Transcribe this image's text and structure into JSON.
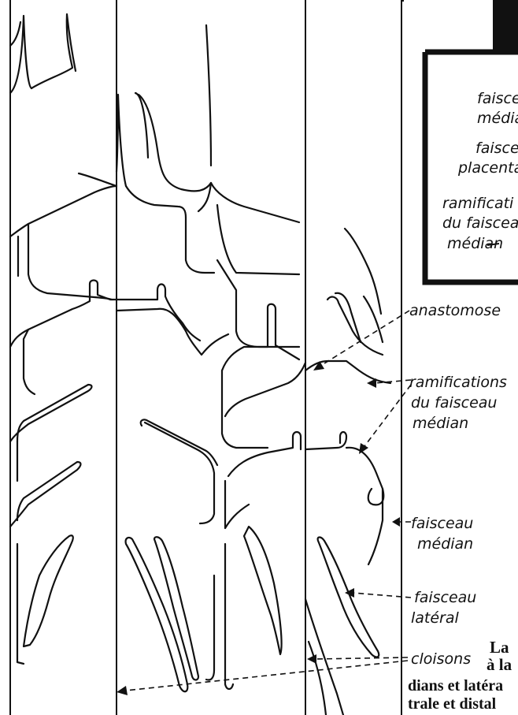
{
  "inset": {
    "labels": [
      "faisce",
      "média",
      "faisce",
      "placenta",
      "ramificati",
      "du faiscea",
      "médian"
    ]
  },
  "labels": {
    "anastomose": "anastomose",
    "ramifications": [
      "ramifications",
      "du faisceau",
      "médian"
    ],
    "faisceau_median": [
      "faisceau",
      "médian"
    ],
    "faisceau_lateral": [
      "faisceau",
      "latéral"
    ],
    "cloisons": "cloisons"
  },
  "caption": {
    "line1": "La",
    "line2": "à la",
    "line3": "dians et latéra",
    "line4": "trale et distal"
  },
  "colors": {
    "ink": "#111111",
    "paper": "#ffffff"
  }
}
